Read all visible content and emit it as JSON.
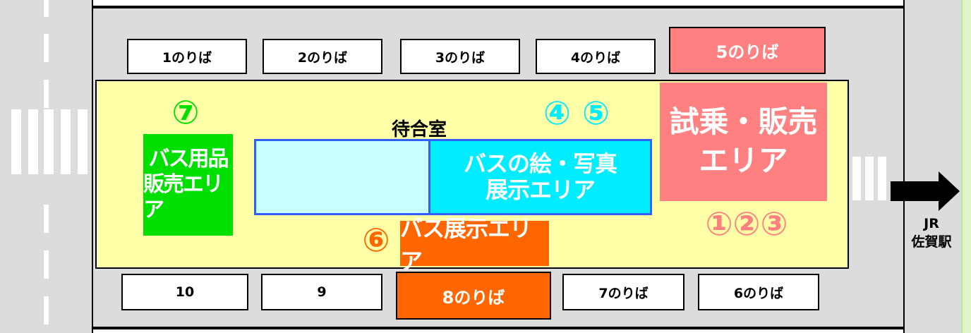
{
  "platforms_top": [
    "1のりば",
    "2のりば",
    "3のりば",
    "4のりば",
    "5のりば"
  ],
  "platforms_bottom": [
    "10",
    "9",
    "8のりば",
    "7のりば",
    "6のりば"
  ],
  "waiting_room": "待合室",
  "areas": {
    "bus_goods": {
      "number": "⑦",
      "line1": "バス用品",
      "line2": "販売エリア"
    },
    "bus_pictures": {
      "numbers": "④ ⑤",
      "line1": "バスの絵・写真",
      "line2": "展示エリア"
    },
    "test_ride": {
      "numbers": "①②③",
      "line1": "試乗・販売",
      "line2": "エリア"
    },
    "bus_display": {
      "number": "⑥",
      "label": "バス展示エリア"
    }
  },
  "station": {
    "line1": "JR",
    "line2": "佐賀駅"
  },
  "colors": {
    "accent_pink": "#ff8080",
    "accent_orange": "#ff6600",
    "accent_green": "#00e000",
    "accent_cyan": "#00ecff",
    "waiting_yellow": "#ffffa8",
    "frame_blue": "#3060ff"
  }
}
